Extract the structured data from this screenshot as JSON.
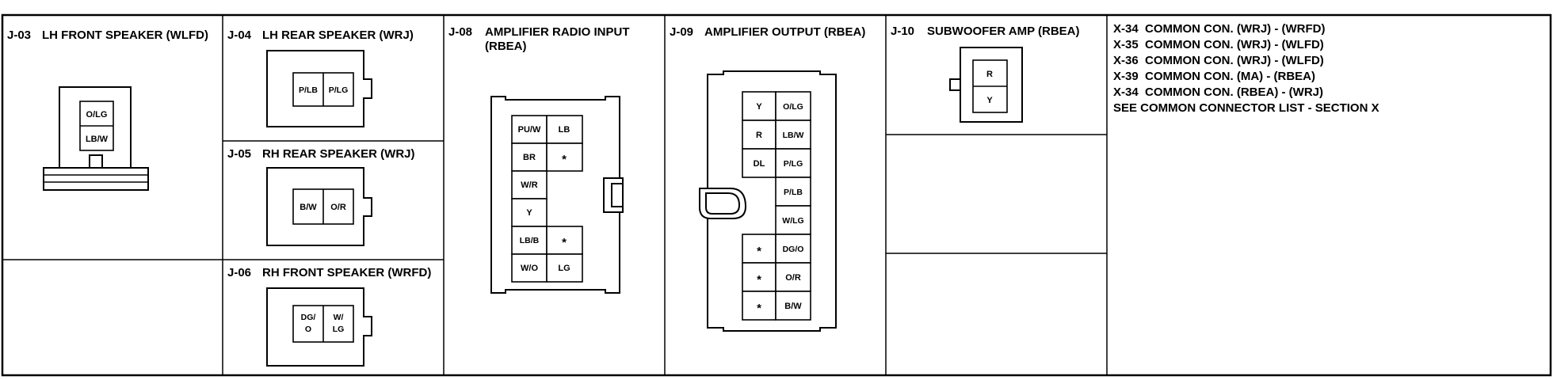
{
  "panels": {
    "j03": {
      "code": "J-03",
      "title": "LH FRONT SPEAKER (WLFD)",
      "pins": [
        "O/LG",
        "LB/W"
      ]
    },
    "j04": {
      "code": "J-04",
      "title": "LH REAR SPEAKER (WRJ)",
      "pins": [
        "P/LB",
        "P/LG"
      ]
    },
    "j05": {
      "code": "J-05",
      "title": "RH REAR SPEAKER (WRJ)",
      "pins": [
        "B/W",
        "O/R"
      ]
    },
    "j06": {
      "code": "J-06",
      "title": "RH FRONT SPEAKER (WRFD)",
      "pins": [
        [
          "DG/",
          "O"
        ],
        [
          "W/",
          "LG"
        ]
      ]
    },
    "j08": {
      "code": "J-08",
      "title_line1": "AMPLIFIER RADIO INPUT",
      "title_line2": "(RBEA)",
      "pins": [
        "PU/W",
        "LB",
        "BR",
        "*",
        "W/R",
        "Y",
        "LB/B",
        "*",
        "W/O",
        "LG"
      ]
    },
    "j09": {
      "code": "J-09",
      "title": "AMPLIFIER OUTPUT (RBEA)",
      "pins": [
        "Y",
        "O/LG",
        "R",
        "LB/W",
        "DL",
        "P/LG",
        "P/LB",
        "W/LG",
        "*",
        "DG/O",
        "*",
        "O/R",
        "*",
        "B/W"
      ]
    },
    "j10": {
      "code": "J-10",
      "title": "SUBWOOFER AMP (RBEA)",
      "pins": [
        "R",
        "Y"
      ]
    }
  },
  "common_list": [
    "X-34  COMMON CON. (WRJ) - (WRFD)",
    "X-35  COMMON CON. (WRJ) - (WLFD)",
    "X-36  COMMON CON. (WRJ) - (WLFD)",
    "X-39  COMMON CON. (MA) - (RBEA)",
    "X-34  COMMON CON. (RBEA) - (WRJ)",
    "SEE COMMON CONNECTOR LIST - SECTION X"
  ]
}
